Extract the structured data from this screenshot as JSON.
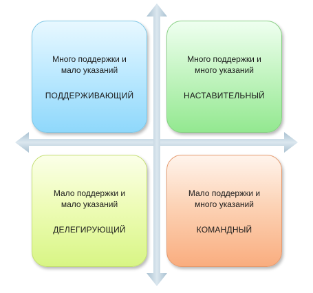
{
  "quadrants": {
    "top_left": {
      "desc_line1": "Много поддержки и",
      "desc_line2": "мало указаний",
      "name": "ПОДДЕРЖИВАЮЩИЙ",
      "color": "#bfeaff"
    },
    "top_right": {
      "desc_line1": "Много поддержки и",
      "desc_line2": "много указаний",
      "name": "НАСТАВИТЕЛЬНЫЙ",
      "color": "#c6f5c4"
    },
    "bottom_left": {
      "desc_line1": "Мало поддержки и",
      "desc_line2": "мало указаний",
      "name": "ДЕЛЕГИРУЮЩИЙ",
      "color": "#eefcb8"
    },
    "bottom_right": {
      "desc_line1": "Мало поддержки и",
      "desc_line2": "много указаний",
      "name": "КОМАНДНЫЙ",
      "color": "#fcd3b6"
    }
  },
  "axis_color": "#b7cbd8"
}
